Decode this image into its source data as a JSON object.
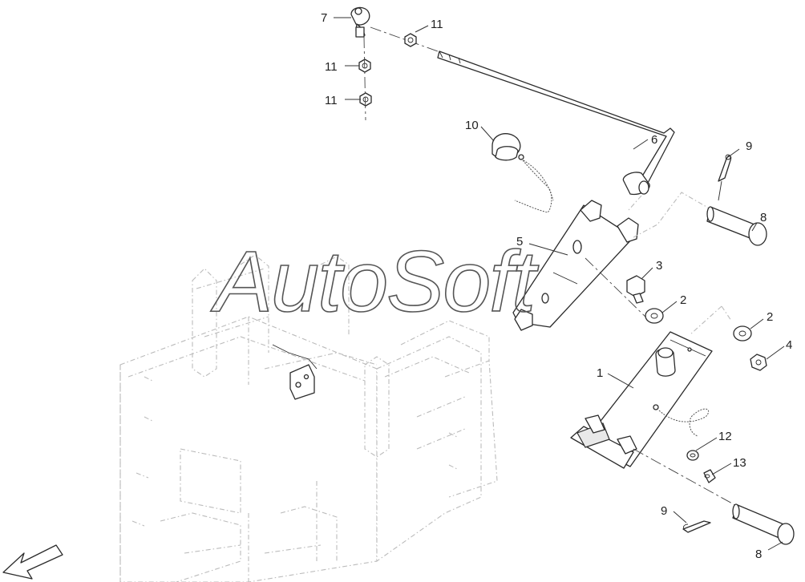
{
  "watermark": "AutoSoft",
  "callouts": [
    {
      "id": "c7",
      "text": "7"
    },
    {
      "id": "c11a",
      "text": "11"
    },
    {
      "id": "c11b",
      "text": "11"
    },
    {
      "id": "c11c",
      "text": "11"
    },
    {
      "id": "c10",
      "text": "10"
    },
    {
      "id": "c6",
      "text": "6"
    },
    {
      "id": "c9a",
      "text": "9"
    },
    {
      "id": "c8a",
      "text": "8"
    },
    {
      "id": "c5",
      "text": "5"
    },
    {
      "id": "c3",
      "text": "3"
    },
    {
      "id": "c2a",
      "text": "2"
    },
    {
      "id": "c2b",
      "text": "2"
    },
    {
      "id": "c4",
      "text": "4"
    },
    {
      "id": "c1",
      "text": "1"
    },
    {
      "id": "c12",
      "text": "12"
    },
    {
      "id": "c13",
      "text": "13"
    },
    {
      "id": "c9b",
      "text": "9"
    },
    {
      "id": "c8b",
      "text": "8"
    }
  ],
  "icons": {
    "direction_arrow": "front-direction-arrow-icon"
  },
  "colors": {
    "line": "#2b2b2b",
    "phantom": "#bbbbbb",
    "background": "#ffffff"
  }
}
